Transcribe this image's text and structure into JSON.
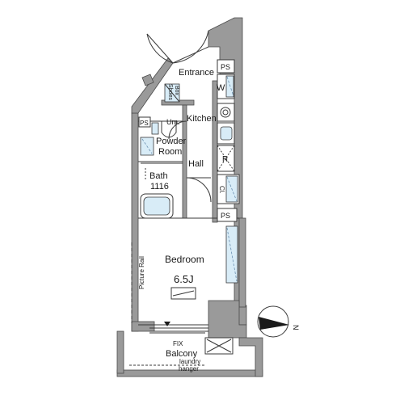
{
  "rooms": {
    "entrance": "Entrance",
    "shoes_box_1": "Shoes",
    "shoes_box_2": "Box",
    "kitchen": "Kitchen",
    "unit_label": "Um.",
    "powder_room_1": "Powder",
    "powder_room_2": "Room",
    "hall": "Hall",
    "bath": "Bath",
    "bath_size": "1116",
    "bedroom": "Bedroom",
    "bedroom_size": "6.5J",
    "balcony": "Balcony",
    "laundry_1": "laundry",
    "laundry_2": "hanger",
    "fix": "FIX",
    "picture_rail": "Picture Rail"
  },
  "labels": {
    "ps": "PS",
    "w": "W",
    "r": "R",
    "closet": "Cl."
  },
  "compass": {
    "north": "N"
  },
  "colors": {
    "wall": "#9a9a9a",
    "storage_fill": "#d8ecf7",
    "line": "#3a3a3a"
  }
}
